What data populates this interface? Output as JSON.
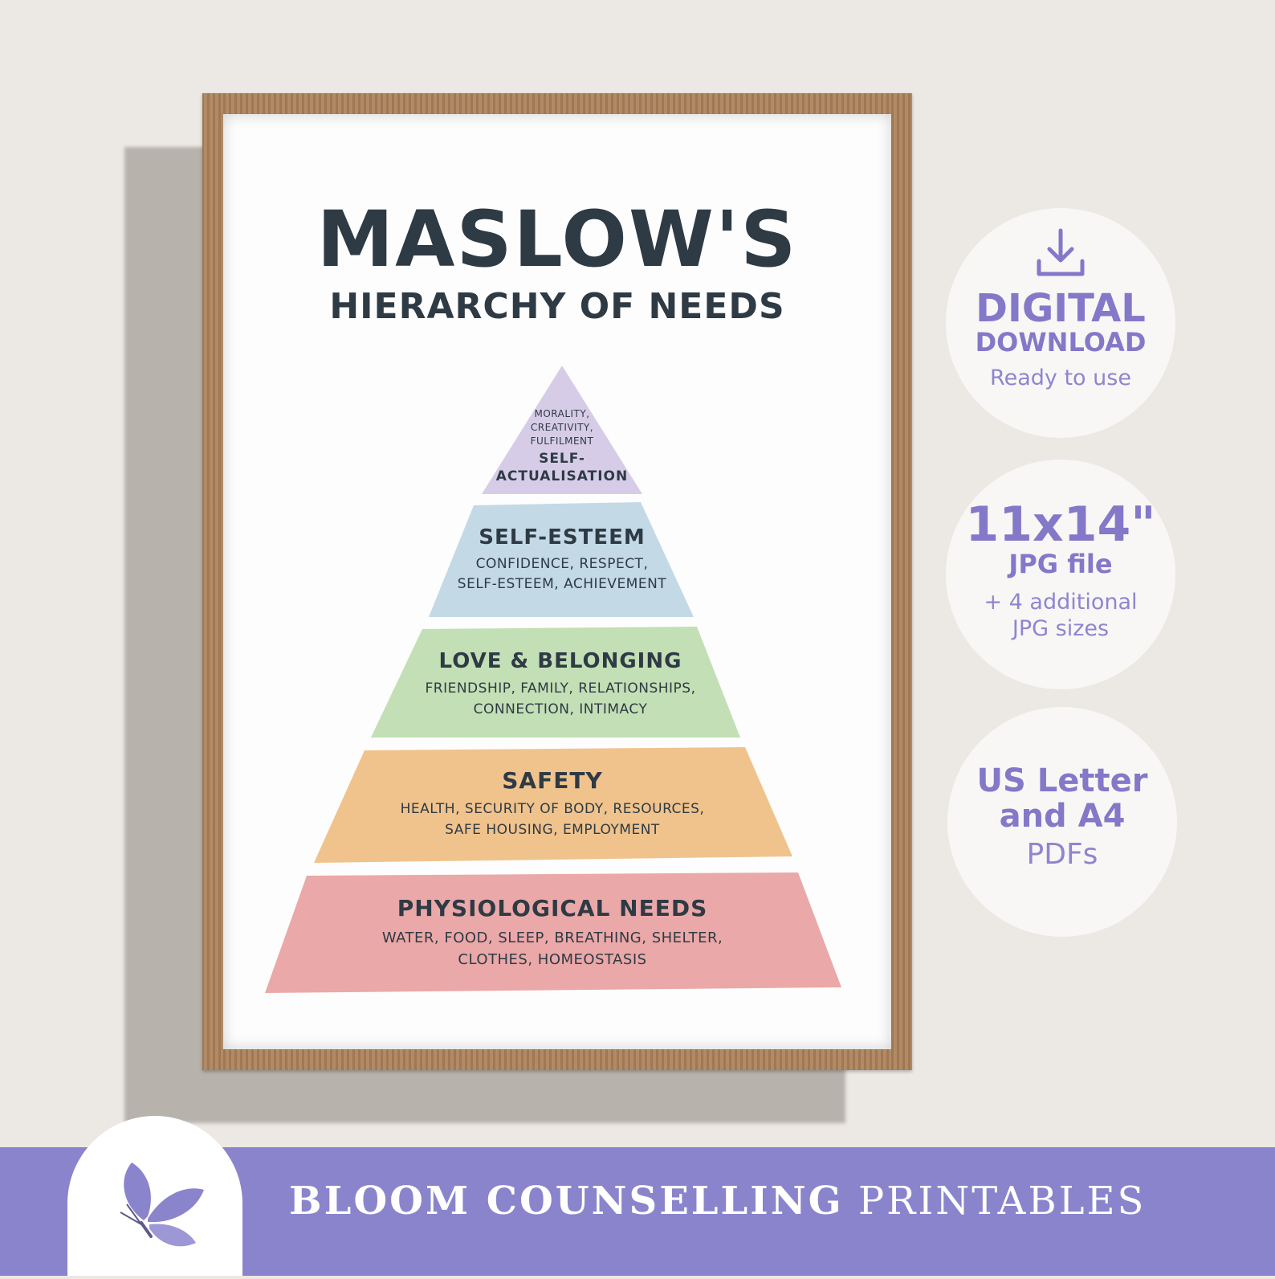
{
  "poster": {
    "title": "MASLOW'S",
    "subtitle": "HIERARCHY OF NEEDS",
    "tiers": [
      {
        "name": "SELF-ACTUALISATION",
        "desc_line1": "MORALITY,",
        "desc_line2": "CREATIVITY,",
        "desc_line3": "FULFILMENT",
        "name_line1": "SELF-",
        "name_line2": "ACTUALISATION",
        "color": "#d6cce8"
      },
      {
        "name": "SELF-ESTEEM",
        "desc_line1": "CONFIDENCE, RESPECT,",
        "desc_line2": "SELF-ESTEEM, ACHIEVEMENT",
        "color": "#c3d9e6"
      },
      {
        "name": "LOVE & BELONGING",
        "desc_line1": "FRIENDSHIP, FAMILY, RELATIONSHIPS,",
        "desc_line2": "CONNECTION, INTIMACY",
        "color": "#c3dfb5"
      },
      {
        "name": "SAFETY",
        "desc_line1": "HEALTH, SECURITY OF BODY, RESOURCES,",
        "desc_line2": "SAFE HOUSING, EMPLOYMENT",
        "color": "#f0c38d"
      },
      {
        "name": "PHYSIOLOGICAL NEEDS",
        "desc_line1": "WATER, FOOD, SLEEP, BREATHING, SHELTER,",
        "desc_line2": "CLOTHES, HOMEOSTASIS",
        "color": "#eba8a8"
      }
    ]
  },
  "badges": {
    "download": {
      "icon": "download-icon",
      "line1": "DIGITAL",
      "line2": "DOWNLOAD",
      "line3": "Ready to use"
    },
    "size": {
      "line1": "11x14\"",
      "line2": "JPG file",
      "line3": "+ 4 additional",
      "line4": "JPG sizes"
    },
    "pdf": {
      "line1": "US Letter",
      "line2": "and A4",
      "line3": "PDFs"
    },
    "accent_color": "#8478c9"
  },
  "footer": {
    "brand_bold": "BLOOM COUNSELLING",
    "brand_light": "PRINTABLES",
    "logo_icon": "butterfly-icon",
    "banner_color": "#8a84cc"
  }
}
